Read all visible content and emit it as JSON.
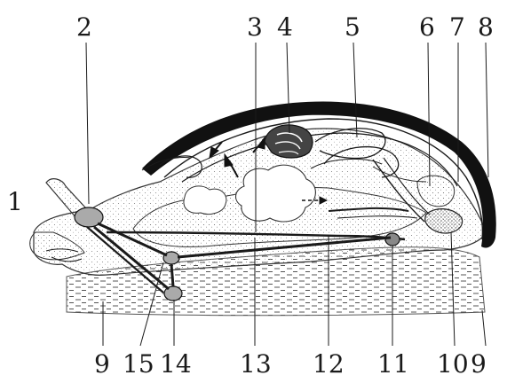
{
  "labels": {
    "l1": "1",
    "l2": "2",
    "l3": "3",
    "l4": "4",
    "l5": "5",
    "l6": "6",
    "l7": "7",
    "l8": "8",
    "l9a": "9",
    "l9b": "9",
    "l10": "10",
    "l11": "11",
    "l12": "12",
    "l13": "13",
    "l14": "14",
    "l15": "15"
  }
}
